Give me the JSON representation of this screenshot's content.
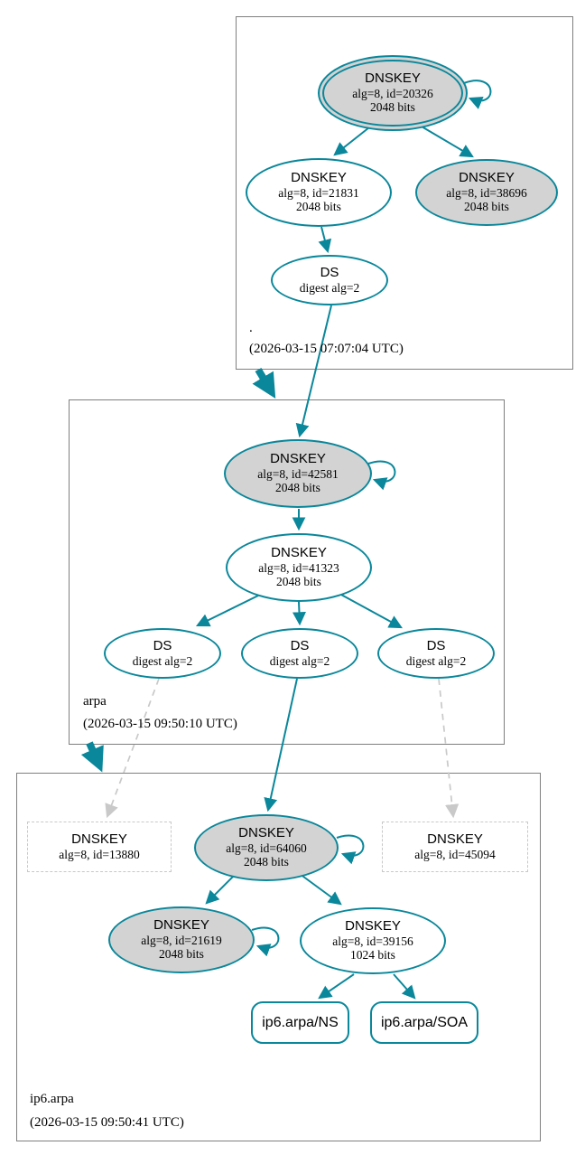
{
  "diagram": {
    "type": "dnssec-authentication-chain",
    "colors": {
      "secure_edge": "#0a879a",
      "ksk_fill": "#d3d3d3",
      "insecure_dashed": "#c9c9c9",
      "zone_box_border": "#7f7f7f"
    }
  },
  "zones": {
    "root": {
      "name": ".",
      "timestamp": "(2026-03-15 07:07:04 UTC)",
      "nodes": {
        "key20326": {
          "title": "DNSKEY",
          "detail": "alg=8, id=20326",
          "bits": "2048 bits"
        },
        "key21831": {
          "title": "DNSKEY",
          "detail": "alg=8, id=21831",
          "bits": "2048 bits"
        },
        "key38696": {
          "title": "DNSKEY",
          "detail": "alg=8, id=38696",
          "bits": "2048 bits"
        },
        "ds": {
          "title": "DS",
          "detail": "digest alg=2"
        }
      }
    },
    "arpa": {
      "name": "arpa",
      "timestamp": "(2026-03-15 09:50:10 UTC)",
      "nodes": {
        "key42581": {
          "title": "DNSKEY",
          "detail": "alg=8, id=42581",
          "bits": "2048 bits"
        },
        "key41323": {
          "title": "DNSKEY",
          "detail": "alg=8, id=41323",
          "bits": "2048 bits"
        },
        "ds1": {
          "title": "DS",
          "detail": "digest alg=2"
        },
        "ds2": {
          "title": "DS",
          "detail": "digest alg=2"
        },
        "ds3": {
          "title": "DS",
          "detail": "digest alg=2"
        }
      }
    },
    "ip6arpa": {
      "name": "ip6.arpa",
      "timestamp": "(2026-03-15 09:50:41 UTC)",
      "nodes": {
        "key13880": {
          "title": "DNSKEY",
          "detail": "alg=8, id=13880"
        },
        "key64060": {
          "title": "DNSKEY",
          "detail": "alg=8, id=64060",
          "bits": "2048 bits"
        },
        "key45094": {
          "title": "DNSKEY",
          "detail": "alg=8, id=45094"
        },
        "key21619": {
          "title": "DNSKEY",
          "detail": "alg=8, id=21619",
          "bits": "2048 bits"
        },
        "key39156": {
          "title": "DNSKEY",
          "detail": "alg=8, id=39156",
          "bits": "1024 bits"
        },
        "rrNS": {
          "label": "ip6.arpa/NS"
        },
        "rrSOA": {
          "label": "ip6.arpa/SOA"
        }
      }
    }
  }
}
